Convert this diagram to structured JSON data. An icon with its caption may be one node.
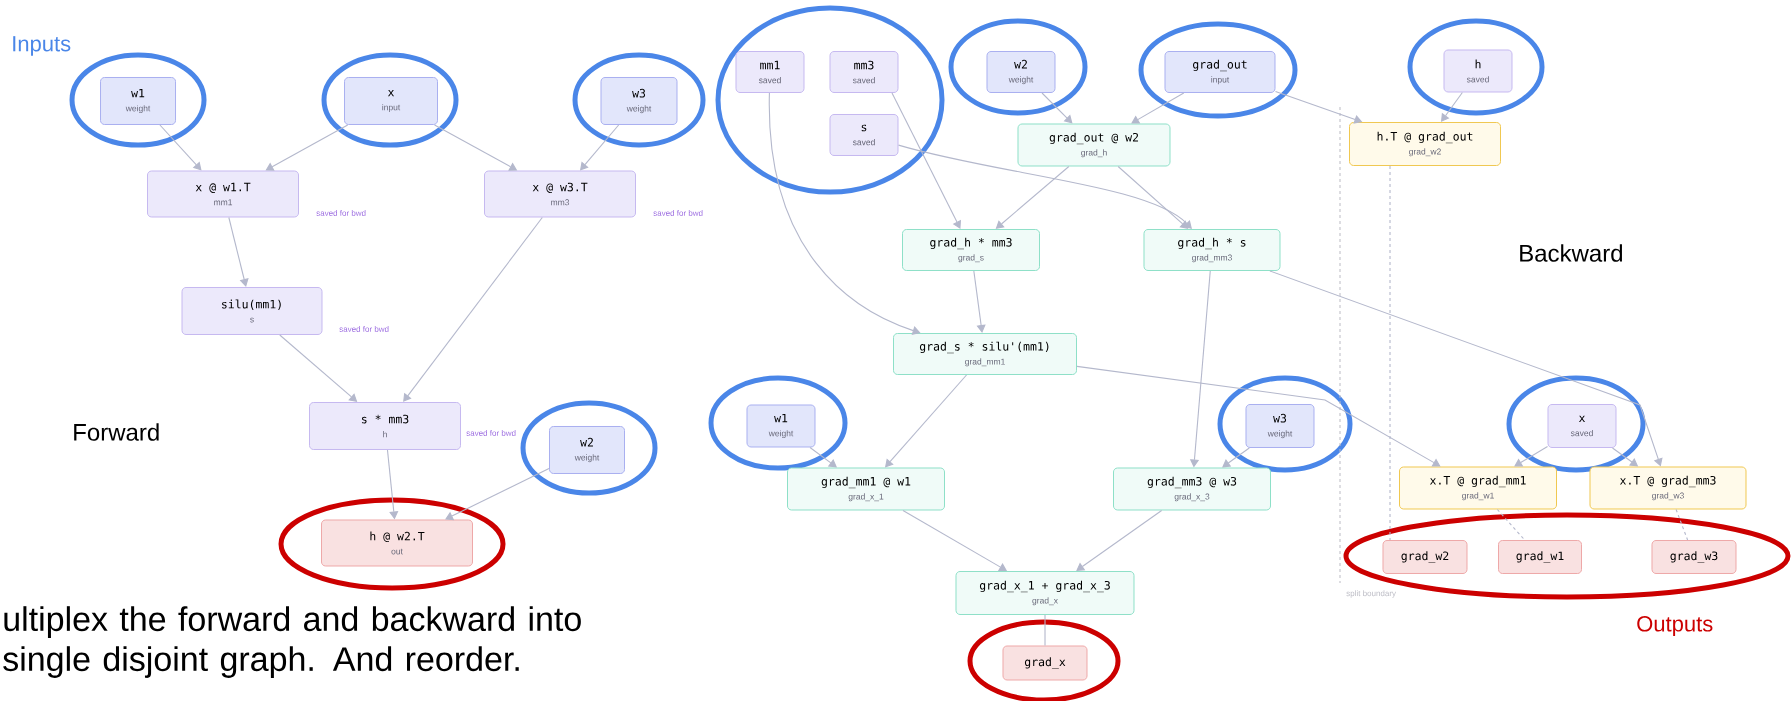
{
  "diagram": {
    "nodes": [
      {
        "text": [
          "w1",
          "weight"
        ]
      },
      {
        "text": [
          "x",
          "input"
        ]
      },
      {
        "text": [
          "w3",
          "weight"
        ]
      },
      {
        "text": [
          "x @ w1.T",
          "mm1"
        ],
        "beside": [
          "saved for bwd"
        ]
      },
      {
        "text": [
          "x @ w3.T",
          "mm3"
        ],
        "beside": [
          "saved for bwd"
        ]
      },
      {
        "text": [
          "silu(mm1)",
          "s"
        ],
        "beside": [
          "saved for bwd"
        ]
      },
      {
        "text": [
          "s * mm3",
          "h"
        ],
        "beside": [
          "saved for bwd"
        ]
      },
      {
        "text": [
          "w2",
          "weight"
        ]
      },
      {
        "text": [
          "h @ w2.T",
          "out"
        ]
      },
      {
        "text": [
          "mm1",
          "saved"
        ]
      },
      {
        "text": [
          "mm3",
          "saved"
        ]
      },
      {
        "text": [
          "w2",
          "weight"
        ]
      },
      {
        "text": [
          "grad_out",
          "input"
        ]
      },
      {
        "text": [
          "h",
          "saved"
        ]
      },
      {
        "text": [
          "s",
          "saved"
        ]
      },
      {
        "text": [
          "grad_out @ w2",
          "grad_h"
        ]
      },
      {
        "text": [
          "h.T @ grad_out",
          "grad_w2"
        ]
      },
      {
        "text": [
          "grad_h * mm3",
          "grad_s"
        ]
      },
      {
        "text": [
          "grad_h * s",
          "grad_mm3"
        ]
      },
      {
        "text": [
          "grad_s * silu'(mm1)",
          "grad_mm1"
        ]
      },
      {
        "text": [
          "w1",
          "weight"
        ]
      },
      {
        "text": [
          "w3",
          "weight"
        ]
      },
      {
        "text": [
          "x",
          "saved"
        ]
      },
      {
        "text": [
          "grad_mm1 @ w1",
          "grad_x_1"
        ]
      },
      {
        "text": [
          "grad_mm3 @ w3",
          "grad_x_3"
        ]
      },
      {
        "text": [
          "x.T @ grad_mm1",
          "grad_w1"
        ]
      },
      {
        "text": [
          "x.T @ grad_mm3",
          "grad_w3"
        ]
      },
      {
        "text": [
          "grad_w2"
        ]
      },
      {
        "text": [
          "grad_w1"
        ]
      },
      {
        "text": [
          "grad_w3"
        ]
      },
      {
        "text": [
          "grad_x_1 + grad_x_3",
          "grad_x"
        ]
      },
      {
        "text": [
          "grad_x"
        ]
      }
    ],
    "edges": [
      {
        "from": 0,
        "to": 3,
        "arrow": "to"
      },
      {
        "from": 1,
        "to": 3,
        "arrow": "to"
      },
      {
        "from": 1,
        "to": 4,
        "arrow": "to"
      },
      {
        "from": 2,
        "to": 4,
        "arrow": "to"
      },
      {
        "from": 3,
        "to": 5,
        "arrow": "to"
      },
      {
        "from": 5,
        "to": 6,
        "arrow": "to"
      },
      {
        "from": 4,
        "to": 6,
        "arrow": "to"
      },
      {
        "from": 6,
        "to": 8,
        "arrow": "to"
      },
      {
        "from": 7,
        "to": 8,
        "arrow": "to"
      },
      {
        "from": 11,
        "to": 15,
        "arrow": "to"
      },
      {
        "from": 12,
        "to": 15,
        "arrow": "to"
      },
      {
        "from": 12,
        "to": 16,
        "arrow": "to"
      },
      {
        "from": 13,
        "to": 16,
        "arrow": "to"
      },
      {
        "from": 10,
        "to": 17,
        "arrow": "to"
      },
      {
        "from": 15,
        "to": 17,
        "arrow": "to"
      },
      {
        "from": 15,
        "to": 18,
        "arrow": "to"
      },
      {
        "from": 14,
        "to": 18,
        "arrow": "to"
      },
      {
        "from": 9,
        "to": 19,
        "arrow": "to"
      },
      {
        "from": 17,
        "to": 19,
        "arrow": "to"
      },
      {
        "from": 19,
        "to": 23,
        "arrow": "to"
      },
      {
        "from": 20,
        "to": 23,
        "arrow": "to"
      },
      {
        "from": 18,
        "to": 24,
        "arrow": "to"
      },
      {
        "from": 21,
        "to": 24,
        "arrow": "to"
      },
      {
        "from": 19,
        "to": 25,
        "arrow": "to"
      },
      {
        "from": 22,
        "to": 25,
        "arrow": "to"
      },
      {
        "from": 22,
        "to": 26,
        "arrow": "to"
      },
      {
        "from": 18,
        "to": 26,
        "arrow": "to"
      },
      {
        "from": 16,
        "to": 27,
        "arrow": "none",
        "style": "dashed"
      },
      {
        "from": 25,
        "to": 28,
        "arrow": "none",
        "style": "dashed"
      },
      {
        "from": 26,
        "to": 29,
        "arrow": "none",
        "style": "dashed"
      },
      {
        "from": 23,
        "to": 30,
        "arrow": "to"
      },
      {
        "from": 24,
        "to": 30,
        "arrow": "to"
      },
      {
        "from": 30,
        "to": 31,
        "arrow": "none"
      }
    ],
    "labels": [
      "Inputs",
      "Forward",
      "Backward",
      "split boundary",
      "Outputs",
      "ultiplex the forward and backward into single disjoint graph. And reorder."
    ]
  }
}
